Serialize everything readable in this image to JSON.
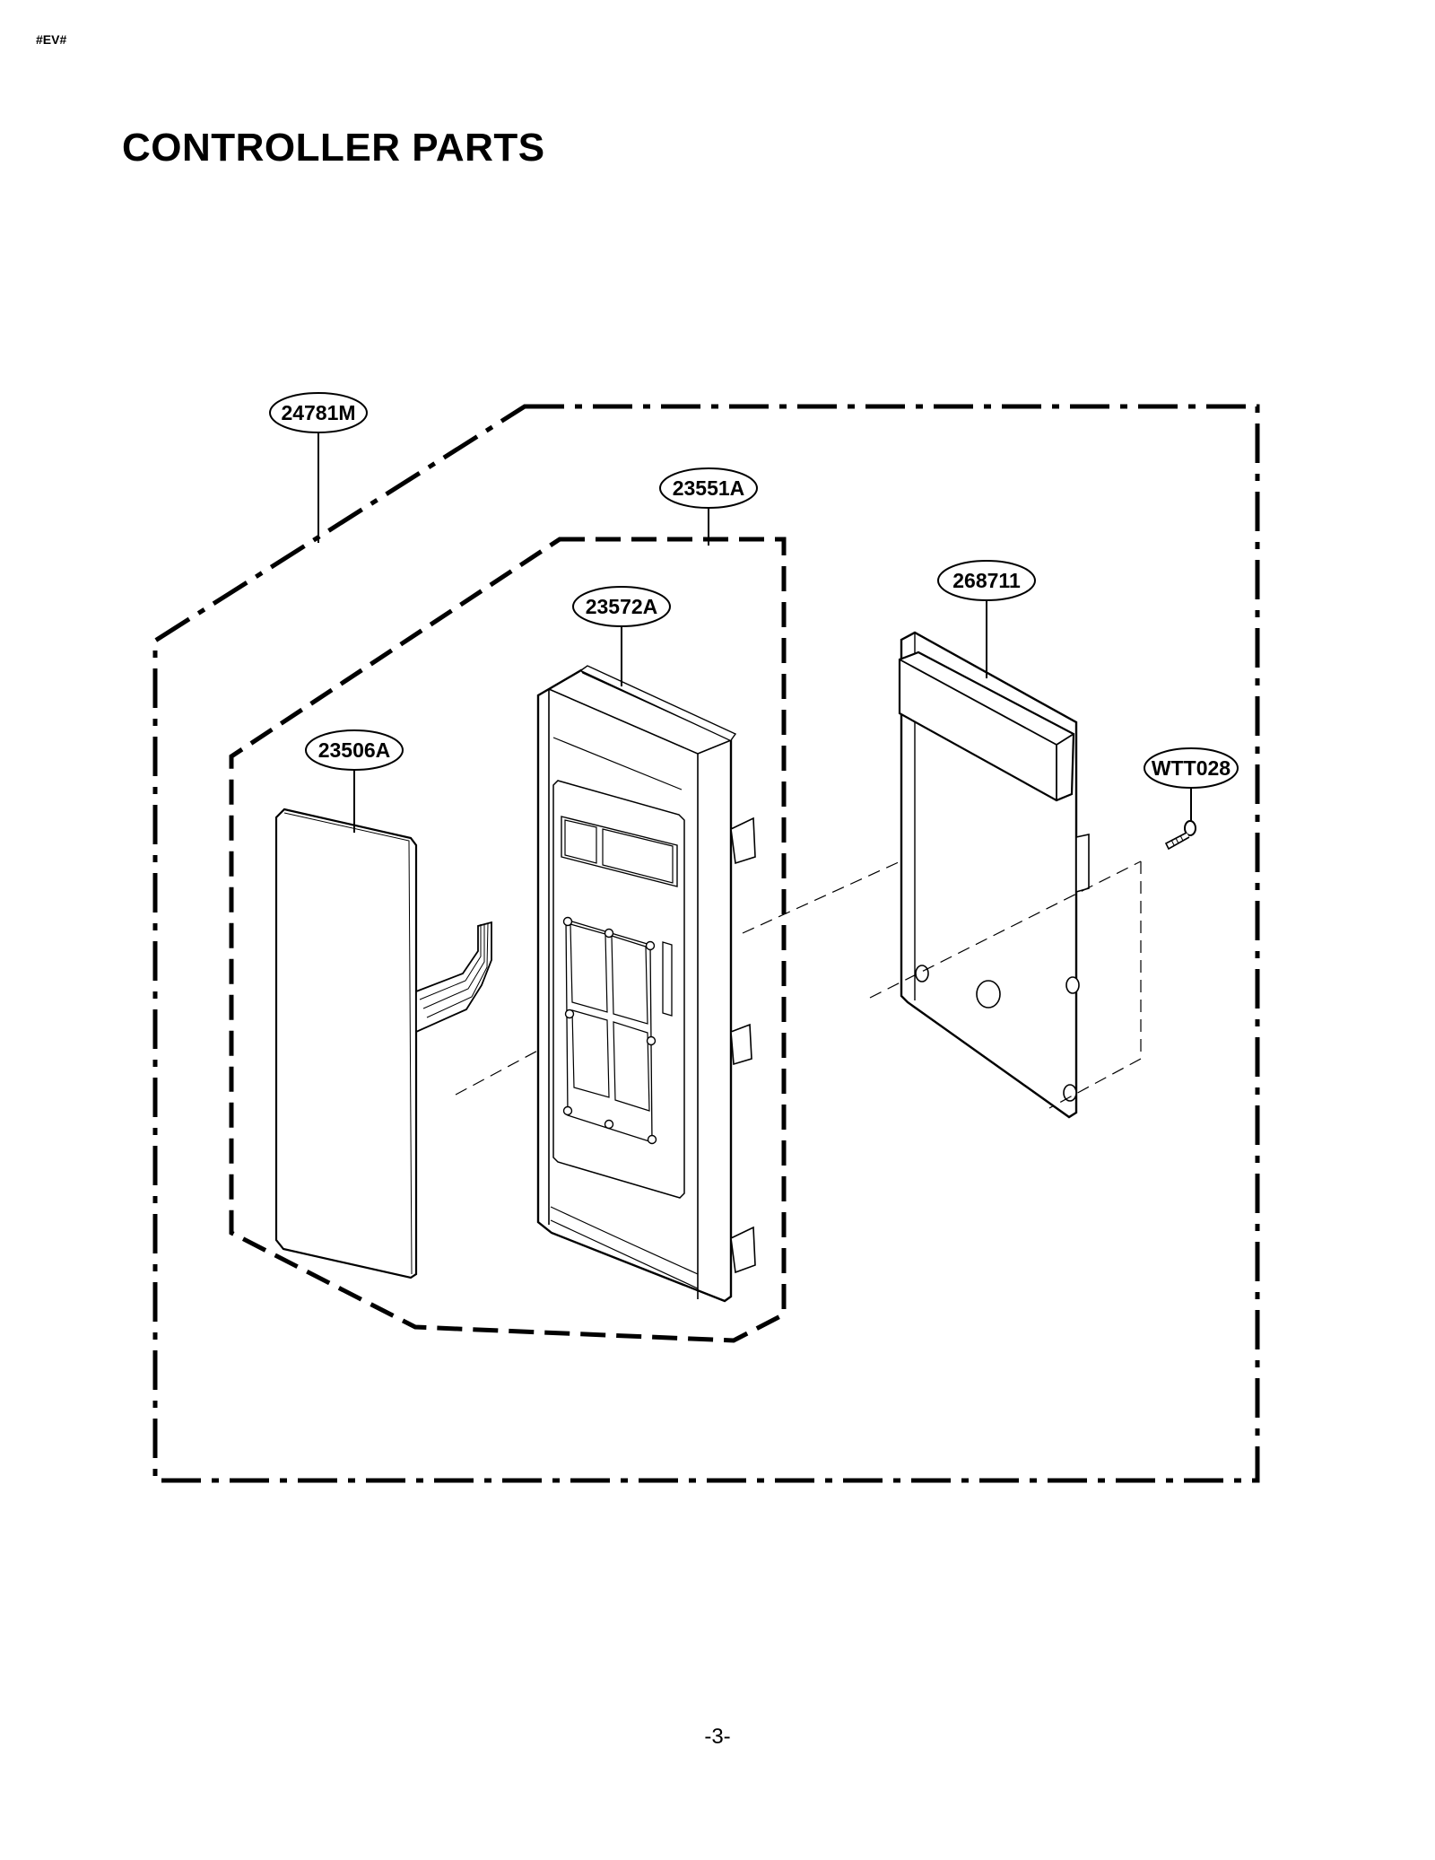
{
  "header": {
    "doc_code": "#EV#"
  },
  "title": "CONTROLLER PARTS",
  "footer": {
    "page_number": "-3-"
  },
  "part_labels": {
    "assembly": "24781M",
    "sub_assembly": "23551A",
    "panel": "23572A",
    "membrane": "23506A",
    "pcb": "268711",
    "screw": "WTT028"
  }
}
